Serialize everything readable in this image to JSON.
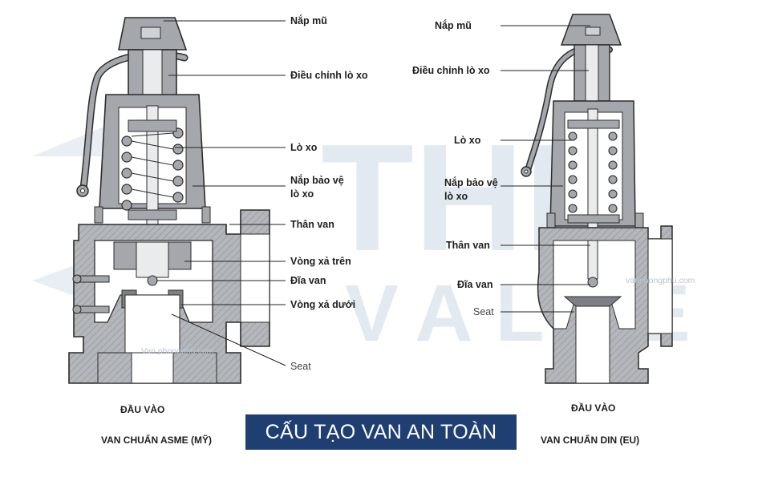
{
  "title": "CẤU TẠO VAN AN TOÀN",
  "watermarks": {
    "logo_top": "THP",
    "logo_bottom": "VALVE",
    "site_left": "Van phongphu.com",
    "site_right": "vanphongphu.com"
  },
  "left_valve": {
    "inlet_label": "ĐẦU VÀO",
    "caption": "VAN CHUẨN ASME (MỸ)",
    "labels": {
      "cap": "Nắp mũ",
      "spring_adjust": "Điều chỉnh lò xo",
      "spring": "Lò xo",
      "bonnet_1": "Nắp bảo vệ",
      "bonnet_2": "lò xo",
      "body": "Thân van",
      "upper_ring": "Vòng xả trên",
      "disc": "Đĩa van",
      "lower_ring": "Vòng xả dưới",
      "seat": "Seat"
    }
  },
  "right_valve": {
    "inlet_label": "ĐẦU VÀO",
    "caption": "VAN CHUẨN DIN (EU)",
    "labels": {
      "cap": "Nắp mũ",
      "spring_adjust": "Điều chỉnh lò xo",
      "spring": "Lò xo",
      "bonnet_1": "Nắp bảo vệ",
      "bonnet_2": "lò xo",
      "body": "Thân van",
      "disc": "Đĩa van",
      "seat": "Seat"
    }
  },
  "colors": {
    "title_bg": "#1f3f73",
    "metal": "#a4a8ad",
    "metal_dark": "#7d8186",
    "outline": "#2b2b2b",
    "leader": "#222222"
  }
}
